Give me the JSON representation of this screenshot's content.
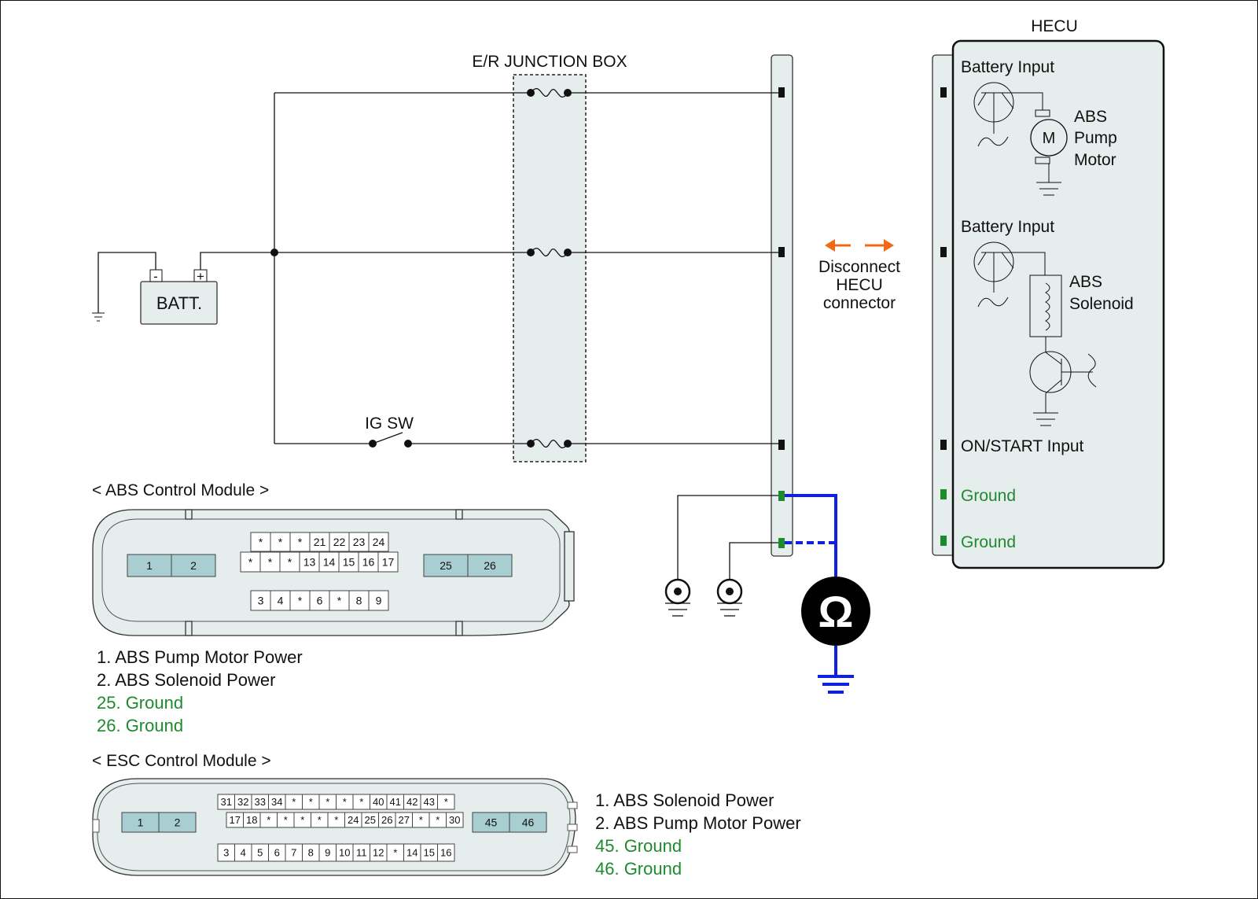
{
  "colors": {
    "panel_fill": "#e6eded",
    "connector_cell_highlight": "#a9ced1",
    "ground_text": "#1e8a2e",
    "meter_lead": "#1020e0",
    "arrow": "#f06a14",
    "pin_black": "#111111",
    "pin_green": "#1e8a2e"
  },
  "labels": {
    "junction_box": "E/R JUNCTION BOX",
    "hecu_title": "HECU",
    "battery": "BATT.",
    "batt_neg": "-",
    "batt_pos": "+",
    "ig_switch": "IG SW",
    "disconnect_line1": "Disconnect",
    "disconnect_line2": "HECU",
    "disconnect_line3": "connector",
    "ohm_symbol": "Ω",
    "motor_symbol": "M"
  },
  "hecu": {
    "battery_input_1": "Battery Input",
    "pump_motor_line1": "ABS",
    "pump_motor_line2": "Pump",
    "pump_motor_line3": "Motor",
    "battery_input_2": "Battery Input",
    "solenoid_line1": "ABS",
    "solenoid_line2": "Solenoid",
    "on_start_input": "ON/START Input",
    "ground_1": "Ground",
    "ground_2": "Ground"
  },
  "abs_module": {
    "title": "< ABS Control Module >",
    "left_pins": [
      "1",
      "2"
    ],
    "right_pins": [
      "25",
      "26"
    ],
    "row_top": [
      "*",
      "*",
      "*",
      "21",
      "22",
      "23",
      "24"
    ],
    "row_mid": [
      "*",
      "*",
      "*",
      "13",
      "14",
      "15",
      "16",
      "17"
    ],
    "row_bottom": [
      "3",
      "4",
      "*",
      "6",
      "*",
      "8",
      "9"
    ],
    "legend": [
      "1. ABS Pump Motor Power",
      "2. ABS Solenoid Power",
      "25. Ground",
      "26. Ground"
    ]
  },
  "esc_module": {
    "title": "< ESC Control Module >",
    "left_pins": [
      "1",
      "2"
    ],
    "right_pins": [
      "45",
      "46"
    ],
    "row_top": [
      "31",
      "32",
      "33",
      "34",
      "*",
      "*",
      "*",
      "*",
      "*",
      "40",
      "41",
      "42",
      "43",
      "*"
    ],
    "row_mid": [
      "17",
      "18",
      "*",
      "*",
      "*",
      "*",
      "*",
      "24",
      "25",
      "26",
      "27",
      "*",
      "*",
      "30"
    ],
    "row_bottom": [
      "3",
      "4",
      "5",
      "6",
      "7",
      "8",
      "9",
      "10",
      "11",
      "12",
      "*",
      "14",
      "15",
      "16"
    ],
    "legend": [
      "1. ABS Solenoid Power",
      "2. ABS Pump Motor Power",
      "45. Ground",
      "46. Ground"
    ]
  }
}
